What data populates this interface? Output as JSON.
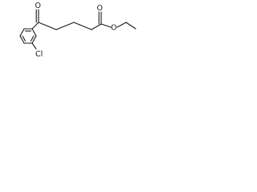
{
  "structure": {
    "atoms": [
      {
        "id": "carbonyl_o",
        "symbol": "O",
        "label": "O"
      },
      {
        "id": "ester_o_double",
        "symbol": "O",
        "label": "O"
      },
      {
        "id": "ester_o_single",
        "symbol": "O",
        "label": "O"
      },
      {
        "id": "chloro",
        "symbol": "Cl",
        "label": "Cl"
      }
    ],
    "bond_orders": {
      "ketone_carbonyl": 2,
      "ester_carbonyl": 2,
      "ring_aromatic": true
    }
  }
}
